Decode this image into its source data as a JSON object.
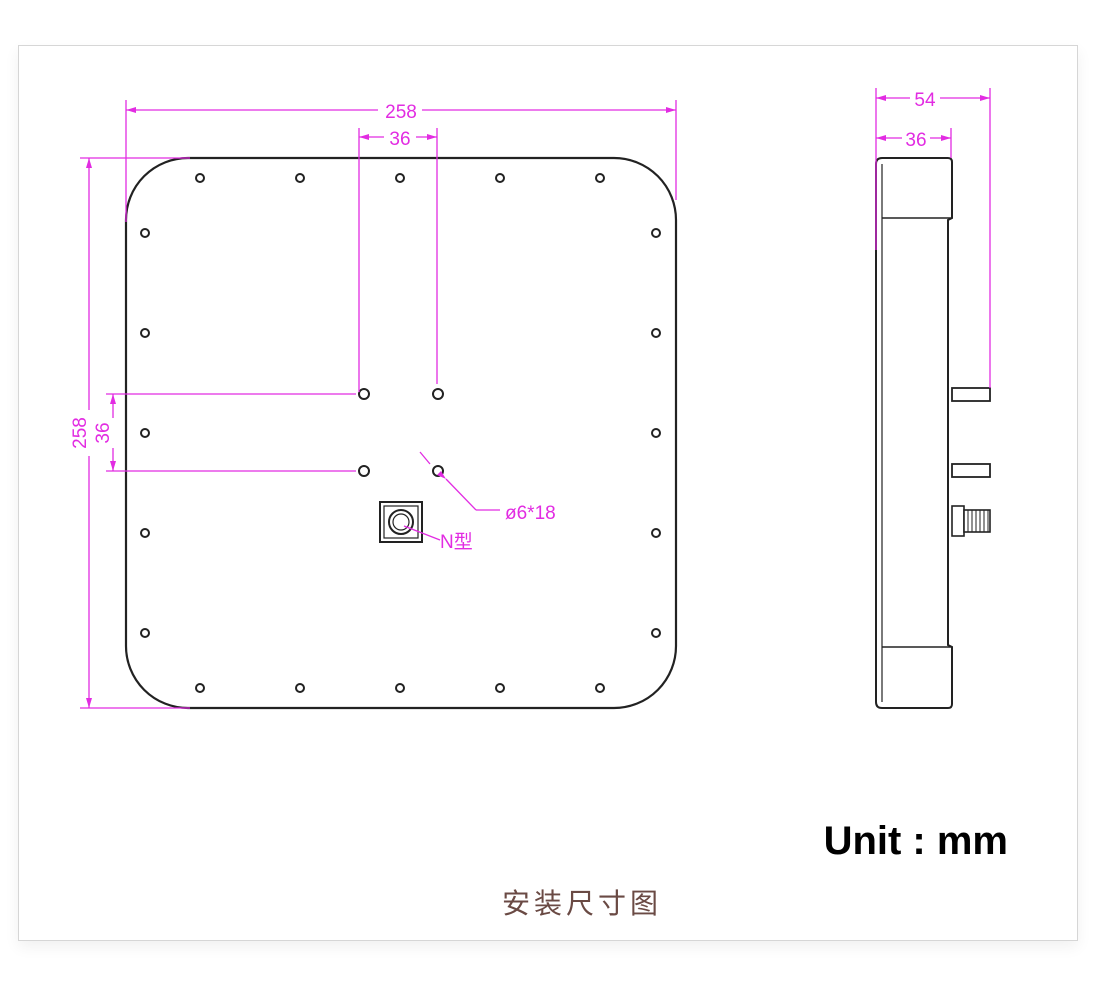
{
  "colors": {
    "dimension": "#e22ce2",
    "outline": "#222222",
    "caption": "#6a4a44"
  },
  "front_view": {
    "overall_width": "258",
    "overall_height": "258",
    "hole_spacing_h": "36",
    "hole_spacing_v": "36",
    "hole_note": "ø6*18",
    "connector_note": "N型"
  },
  "side_view": {
    "total_depth": "54",
    "body_depth": "36"
  },
  "unit_label": "Unit : mm",
  "caption": "安装尺寸图"
}
